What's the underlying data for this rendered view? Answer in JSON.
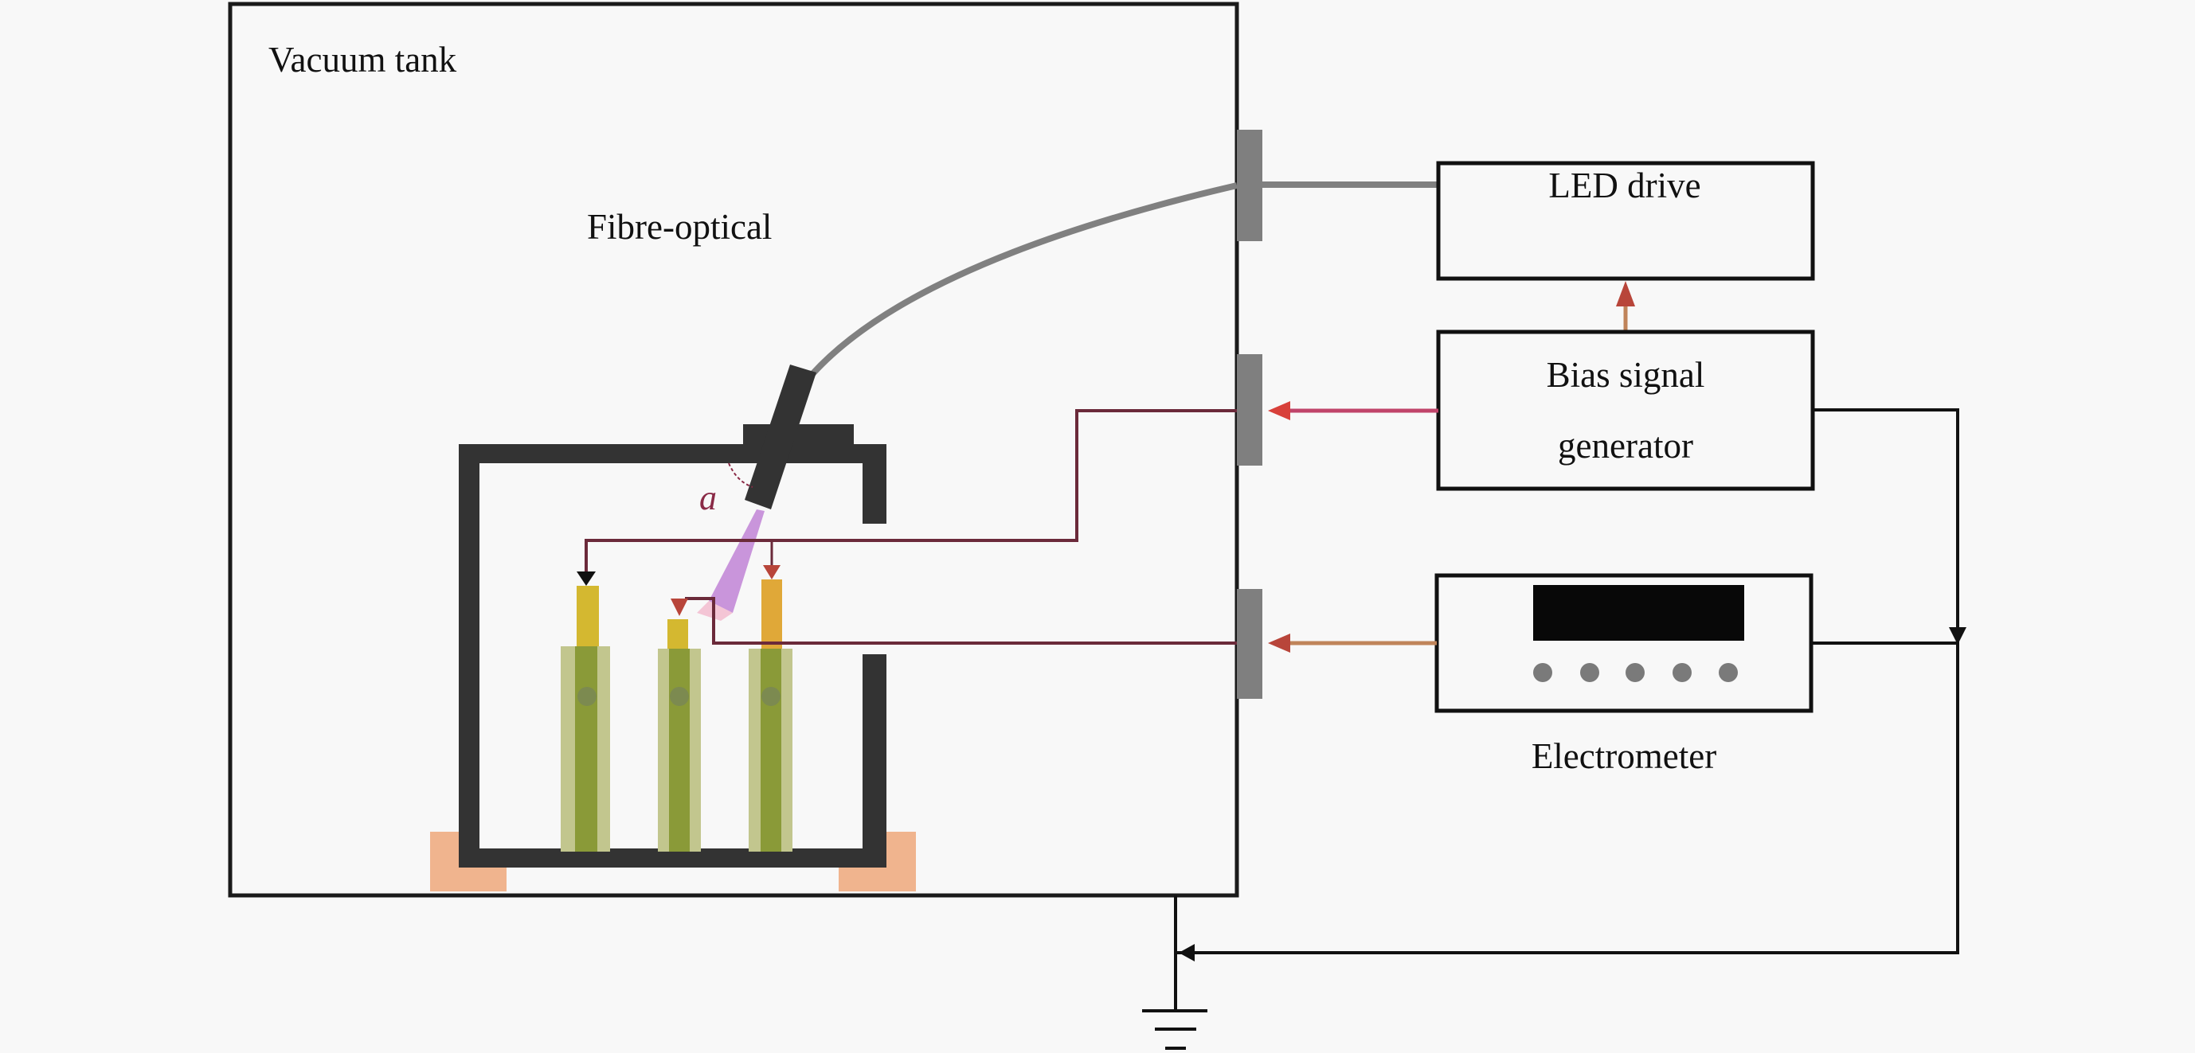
{
  "diagram": {
    "title": "Experimental setup: vacuum tank with fibre-optic LED illumination, bias signal generator and electrometer",
    "labels": {
      "vacuum_tank": "Vacuum tank",
      "fibre_optical": "Fibre-optical",
      "angle": "a",
      "led_drive": "LED drive",
      "bias_line1": "Bias signal",
      "bias_line2": "generator",
      "electrometer": "Electrometer"
    },
    "components": [
      {
        "id": "vacuum-tank",
        "label": "Vacuum tank"
      },
      {
        "id": "fibre-optical",
        "label": "Fibre-optical"
      },
      {
        "id": "led-drive",
        "label": "LED drive"
      },
      {
        "id": "bias-signal-generator",
        "label": "Bias signal generator"
      },
      {
        "id": "electrometer",
        "label": "Electrometer"
      },
      {
        "id": "ground",
        "label": "ground"
      }
    ],
    "connections": [
      {
        "from": "bias-signal-generator",
        "to": "led-drive",
        "kind": "arrow"
      },
      {
        "from": "led-drive",
        "to": "fibre-optical",
        "kind": "optical fibre"
      },
      {
        "from": "bias-signal-generator",
        "to": "samples (pillars 1 and 3)",
        "kind": "arrow"
      },
      {
        "from": "electrometer",
        "to": "sample (pillar 2)",
        "kind": "arrow"
      },
      {
        "from": "bias-signal-generator",
        "to": "ground",
        "kind": "arrow"
      },
      {
        "from": "electrometer",
        "to": "ground",
        "kind": "line"
      }
    ],
    "electrometer_buttons": 5,
    "colors": {
      "background": "#f8f8f8",
      "outline": "#1a1a1a",
      "chamber": "#333333",
      "fibre": "#808080",
      "feedthrough": "#7f7f7f",
      "bias_wire": "#c0446a",
      "signal_wire": "#6b2a3a",
      "led_arrow": "#c0845a",
      "arrowhead_red": "#b8453a",
      "pillar_sleeve": "#c2c68e",
      "pillar_core": "#8a9a38",
      "pillar_tip": "#d4b830",
      "light_beam": "#c184d6",
      "foot": "#f0b48e"
    }
  }
}
